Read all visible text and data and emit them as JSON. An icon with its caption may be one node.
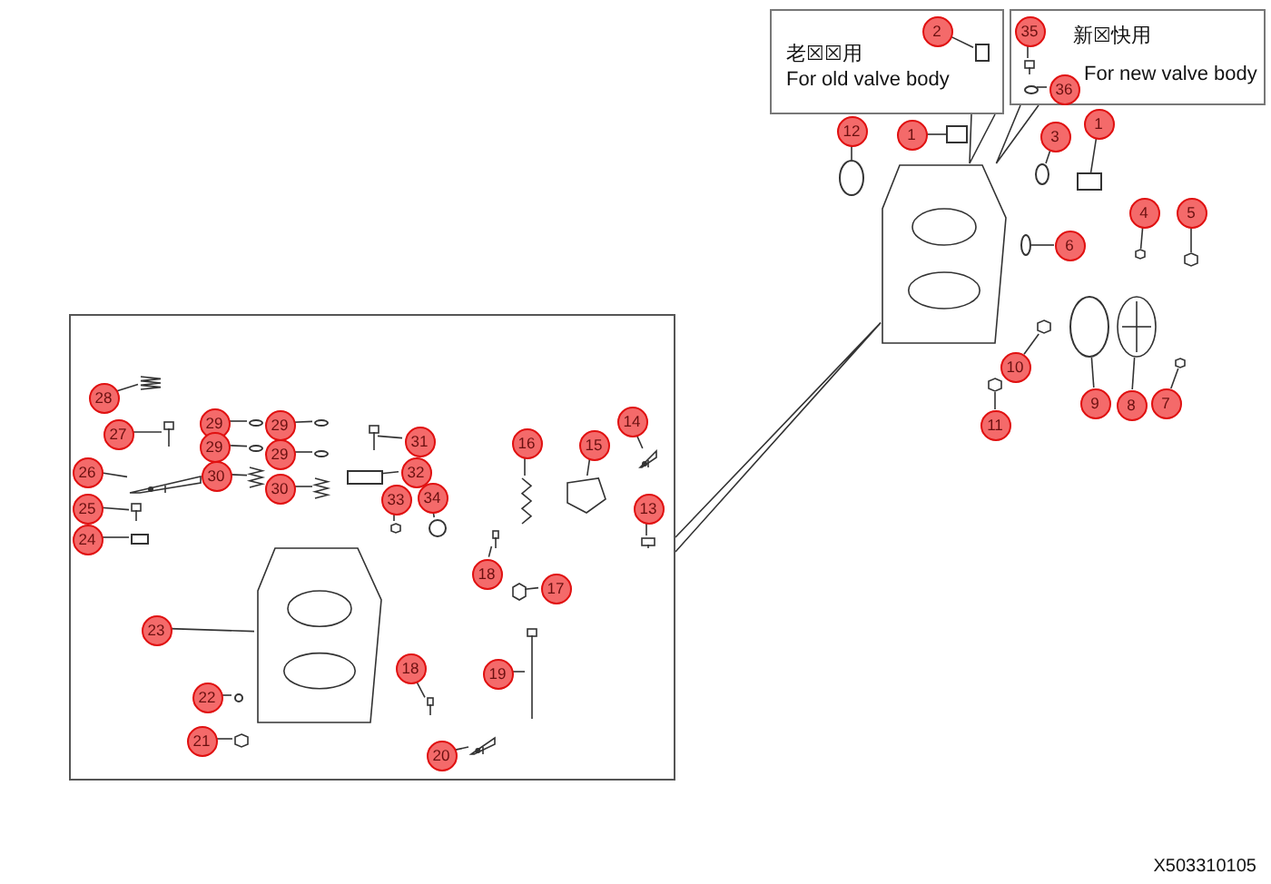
{
  "diagram": {
    "nodes": [
      {
        "text": [
          "老☒☒用",
          "For old valve body"
        ]
      },
      {
        "text": [
          "2"
        ],
        "in": 0
      },
      {
        "text": [
          "新☒快用",
          "For new valve body"
        ]
      },
      {
        "text": [
          "35"
        ],
        "in": 2
      },
      {
        "text": [
          "36"
        ],
        "in": 2
      },
      {
        "text": [
          "12"
        ]
      },
      {
        "text": [
          "1"
        ]
      },
      {
        "text": [
          "3"
        ]
      },
      {
        "text": [
          "1"
        ]
      },
      {
        "text": [
          "4"
        ]
      },
      {
        "text": [
          "5"
        ]
      },
      {
        "text": [
          "6"
        ]
      },
      {
        "text": [
          "10"
        ]
      },
      {
        "text": [
          "9"
        ]
      },
      {
        "text": [
          "8"
        ]
      },
      {
        "text": [
          "7"
        ]
      },
      {
        "text": [
          "11"
        ]
      },
      {
        "text": [],
        "shape": "box"
      },
      {
        "text": [
          "28"
        ],
        "in": 17
      },
      {
        "text": [
          "27"
        ],
        "in": 17
      },
      {
        "text": [
          "29"
        ],
        "in": 17
      },
      {
        "text": [
          "29"
        ],
        "in": 17
      },
      {
        "text": [
          "29"
        ],
        "in": 17
      },
      {
        "text": [
          "29"
        ],
        "in": 17
      },
      {
        "text": [
          "30"
        ],
        "in": 17
      },
      {
        "text": [
          "30"
        ],
        "in": 17
      },
      {
        "text": [
          "31"
        ],
        "in": 17
      },
      {
        "text": [
          "32"
        ],
        "in": 17
      },
      {
        "text": [
          "33"
        ],
        "in": 17
      },
      {
        "text": [
          "34"
        ],
        "in": 17
      },
      {
        "text": [
          "26"
        ],
        "in": 17
      },
      {
        "text": [
          "25"
        ],
        "in": 17
      },
      {
        "text": [
          "24"
        ],
        "in": 17
      },
      {
        "text": [
          "14"
        ],
        "in": 17
      },
      {
        "text": [
          "15"
        ],
        "in": 17
      },
      {
        "text": [
          "16"
        ],
        "in": 17
      },
      {
        "text": [
          "13"
        ],
        "in": 17
      },
      {
        "text": [
          "18"
        ],
        "in": 17
      },
      {
        "text": [
          "17"
        ],
        "in": 17
      },
      {
        "text": [
          "23"
        ],
        "in": 17
      },
      {
        "text": [
          "19"
        ],
        "in": 17
      },
      {
        "text": [
          "18"
        ],
        "in": 17
      },
      {
        "text": [
          "22"
        ],
        "in": 17
      },
      {
        "text": [
          "21"
        ],
        "in": 17
      },
      {
        "text": [
          "20"
        ],
        "in": 17
      },
      {
        "text": [],
        "shape": "picture"
      },
      {
        "text": [],
        "shape": "box",
        "in": 0
      },
      {
        "text": [],
        "shape": "picture",
        "in": 2
      },
      {
        "text": [],
        "shape": "circle",
        "in": 2
      },
      {
        "text": [],
        "shape": "circle"
      },
      {
        "text": [],
        "shape": "box"
      },
      {
        "text": [],
        "shape": "circle"
      },
      {
        "text": [],
        "shape": "box"
      },
      {
        "text": [],
        "shape": "picture"
      },
      {
        "text": [],
        "shape": "picture"
      },
      {
        "text": [],
        "shape": "circle"
      },
      {
        "text": [],
        "shape": "picture"
      },
      {
        "text": [],
        "shape": "circle"
      },
      {
        "text": [],
        "shape": "picture"
      },
      {
        "text": [],
        "shape": "picture"
      },
      {
        "text": [],
        "shape": "picture"
      },
      {
        "text": [],
        "shape": "picture",
        "in": 17
      },
      {
        "text": [],
        "shape": "picture",
        "in": 17
      },
      {
        "text": [],
        "shape": "circle",
        "in": 17
      },
      {
        "text": [],
        "shape": "circle",
        "in": 17
      },
      {
        "text": [],
        "shape": "circle",
        "in": 17
      },
      {
        "text": [],
        "shape": "circle",
        "in": 17
      },
      {
        "text": [],
        "shape": "picture",
        "in": 17
      },
      {
        "text": [],
        "shape": "picture",
        "in": 17
      },
      {
        "text": [],
        "shape": "picture",
        "in": 17
      },
      {
        "text": [],
        "shape": "box",
        "in": 17
      },
      {
        "text": [],
        "shape": "picture",
        "in": 17
      },
      {
        "text": [],
        "shape": "circle",
        "in": 17
      },
      {
        "text": [],
        "shape": "picture",
        "in": 17
      },
      {
        "text": [],
        "shape": "picture",
        "in": 17
      },
      {
        "text": [],
        "shape": "box",
        "in": 17
      },
      {
        "text": [],
        "shape": "picture",
        "in": 17
      },
      {
        "text": [],
        "shape": "picture",
        "in": 17
      },
      {
        "text": [],
        "shape": "picture",
        "in": 17
      },
      {
        "text": [],
        "shape": "picture",
        "in": 17
      },
      {
        "text": [],
        "shape": "picture",
        "in": 17
      },
      {
        "text": [],
        "shape": "picture",
        "in": 17
      },
      {
        "text": [],
        "shape": "picture",
        "in": 17
      },
      {
        "text": [],
        "shape": "picture",
        "in": 17
      },
      {
        "text": [],
        "shape": "picture",
        "in": 17
      },
      {
        "text": [],
        "shape": "circle",
        "in": 17
      },
      {
        "text": [],
        "shape": "picture",
        "in": 17
      },
      {
        "text": [],
        "shape": "picture",
        "in": 17
      }
    ],
    "edges": [
      {
        "from": 0,
        "to": 45,
        "arrow": "none"
      },
      {
        "from": 1,
        "to": 46,
        "arrow": "none"
      },
      {
        "from": 2,
        "to": 45,
        "arrow": "none"
      },
      {
        "from": 3,
        "to": 47,
        "arrow": "none"
      },
      {
        "from": 4,
        "to": 48,
        "arrow": "none"
      },
      {
        "from": 5,
        "to": 49,
        "arrow": "none"
      },
      {
        "from": 6,
        "to": 50,
        "arrow": "none"
      },
      {
        "from": 7,
        "to": 51,
        "arrow": "none"
      },
      {
        "from": 8,
        "to": 52,
        "arrow": "none"
      },
      {
        "from": 9,
        "to": 53,
        "arrow": "none"
      },
      {
        "from": 10,
        "to": 54,
        "arrow": "none"
      },
      {
        "from": 11,
        "to": 55,
        "arrow": "none"
      },
      {
        "from": 12,
        "to": 56,
        "arrow": "none"
      },
      {
        "from": 13,
        "to": 57,
        "arrow": "none"
      },
      {
        "from": 14,
        "to": 58,
        "arrow": "none"
      },
      {
        "from": 15,
        "to": 59,
        "arrow": "none"
      },
      {
        "from": 16,
        "to": 60,
        "arrow": "none"
      },
      {
        "from": 17,
        "to": 45,
        "arrow": "none"
      },
      {
        "from": 18,
        "to": 61,
        "arrow": "none"
      },
      {
        "from": 19,
        "to": 62,
        "arrow": "none"
      },
      {
        "from": 20,
        "to": 63,
        "arrow": "none"
      },
      {
        "from": 21,
        "to": 64,
        "arrow": "none"
      },
      {
        "from": 22,
        "to": 65,
        "arrow": "none"
      },
      {
        "from": 23,
        "to": 66,
        "arrow": "none"
      },
      {
        "from": 24,
        "to": 67,
        "arrow": "none"
      },
      {
        "from": 25,
        "to": 68,
        "arrow": "none"
      },
      {
        "from": 26,
        "to": 69,
        "arrow": "none"
      },
      {
        "from": 27,
        "to": 70,
        "arrow": "none"
      },
      {
        "from": 28,
        "to": 71,
        "arrow": "none"
      },
      {
        "from": 29,
        "to": 72,
        "arrow": "none"
      },
      {
        "from": 30,
        "to": 73,
        "arrow": "none"
      },
      {
        "from": 31,
        "to": 74,
        "arrow": "none"
      },
      {
        "from": 32,
        "to": 75,
        "arrow": "none"
      },
      {
        "from": 33,
        "to": 76,
        "arrow": "none"
      },
      {
        "from": 34,
        "to": 77,
        "arrow": "none"
      },
      {
        "from": 35,
        "to": 78,
        "arrow": "none"
      },
      {
        "from": 36,
        "to": 79,
        "arrow": "none"
      },
      {
        "from": 37,
        "to": 80,
        "arrow": "none"
      },
      {
        "from": 38,
        "to": 81,
        "arrow": "none"
      },
      {
        "from": 39,
        "to": 82,
        "arrow": "none"
      },
      {
        "from": 40,
        "to": 83,
        "arrow": "none"
      },
      {
        "from": 41,
        "to": 84,
        "arrow": "none"
      },
      {
        "from": 42,
        "to": 85,
        "arrow": "none"
      },
      {
        "from": 43,
        "to": 86,
        "arrow": "none"
      },
      {
        "from": 44,
        "to": 87,
        "arrow": "none"
      }
    ],
    "labels": [
      "X503310105"
    ]
  }
}
